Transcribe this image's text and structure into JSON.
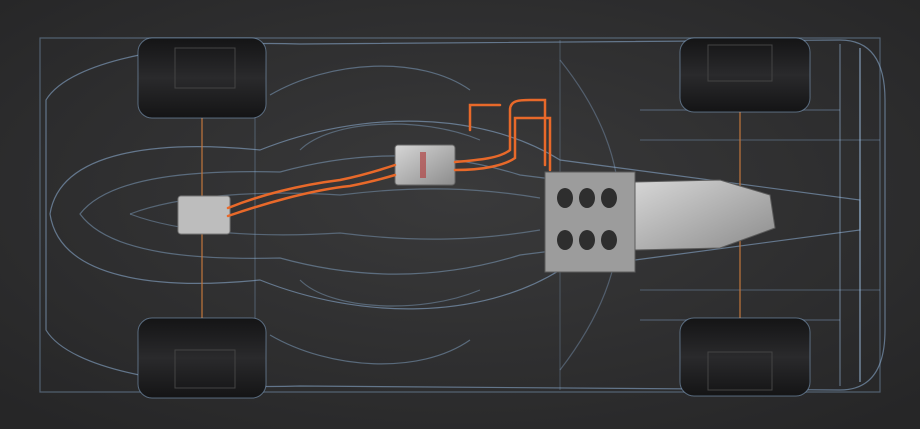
{
  "image": {
    "subject": "race-car-xray-top-view",
    "colors": {
      "background": "#2e2e2f",
      "wireframe": "#8fb3d9",
      "wireframe_glow": "#a9cdf2",
      "tyre": "#1c1c1e",
      "cable": "#e8692a",
      "engine": "#a8a8a8",
      "battery": "#c9c9c9",
      "tank": "#b7b7b7"
    },
    "components": {
      "front_left_wheel": "tyre",
      "front_right_wheel": "tyre",
      "rear_left_wheel": "tyre",
      "rear_right_wheel": "tyre",
      "engine": "v8-engine-block",
      "gearbox": "gearbox-casing",
      "battery": "energy-store",
      "motor": "electric-motor-drum",
      "cabling": "orange-hv-cables"
    }
  }
}
